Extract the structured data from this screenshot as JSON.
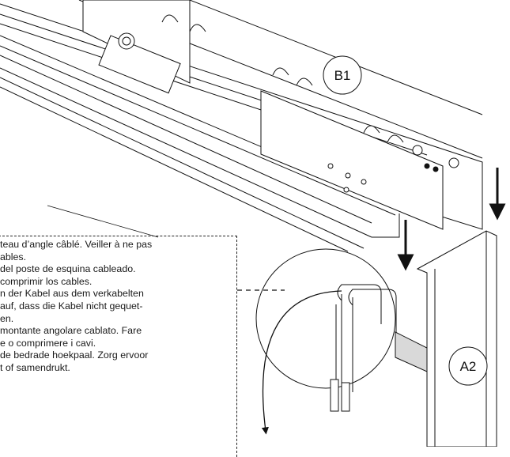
{
  "labels": {
    "b1": "B1",
    "a2": "A2"
  },
  "notes": [
    {
      "text": "teau d’angle câblé. Veiller à ne pas"
    },
    {
      "text": "ables."
    },
    {
      "text": "del poste de esquina cableado."
    },
    {
      "text": "comprimir los cables."
    },
    {
      "text": "n der Kabel aus dem verkabelten"
    },
    {
      "text": "auf, dass die Kabel nicht gequet-"
    },
    {
      "text": "en."
    },
    {
      "text": "montante angolare cablato. Fare"
    },
    {
      "text": "e o comprimere i cavi."
    },
    {
      "text": "de bedrade hoekpaal. Zorg ervoor"
    },
    {
      "text": "t of samendrukt."
    }
  ],
  "colors": {
    "line": "#111111",
    "fill": "#ffffff",
    "shade": "#d9d9d9"
  }
}
